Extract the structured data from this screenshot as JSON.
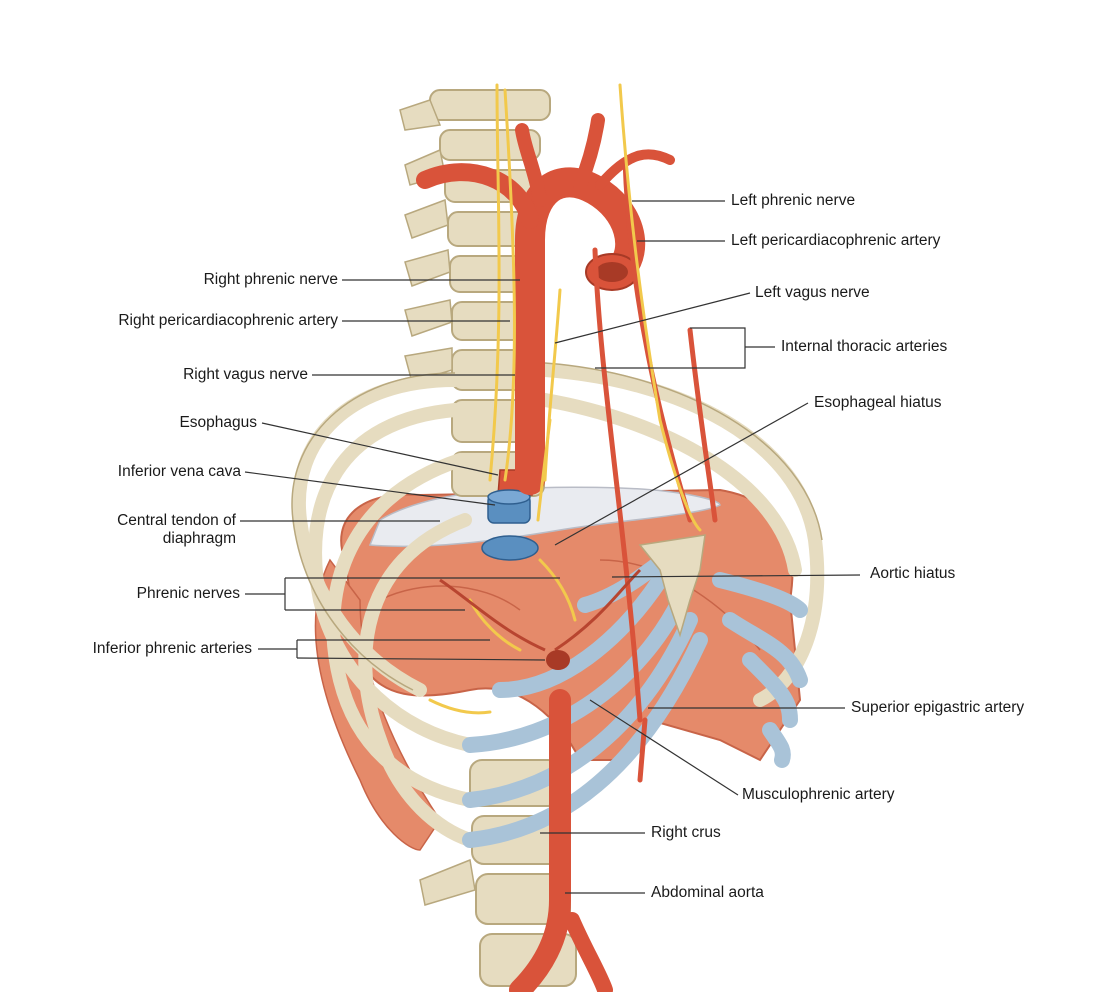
{
  "labels": {
    "left_phrenic_nerve": "Left phrenic nerve",
    "left_pericardiacophrenic_artery": "Left pericardiacophrenic artery",
    "left_vagus_nerve": "Left vagus nerve",
    "internal_thoracic_arteries": "Internal thoracic arteries",
    "esophageal_hiatus": "Esophageal hiatus",
    "aortic_hiatus": "Aortic hiatus",
    "superior_epigastric_artery": "Superior epigastric artery",
    "musculophrenic_artery": "Musculophrenic artery",
    "right_crus": "Right crus",
    "abdominal_aorta": "Abdominal aorta",
    "right_phrenic_nerve": "Right phrenic nerve",
    "right_pericardiacophrenic_artery": "Right pericardiacophrenic artery",
    "right_vagus_nerve": "Right vagus nerve",
    "esophagus": "Esophagus",
    "inferior_vena_cava": "Inferior vena cava",
    "central_tendon_line1": "Central tendon of",
    "central_tendon_line2": "diaphragm",
    "phrenic_nerves": "Phrenic nerves",
    "inferior_phrenic_arteries": "Inferior phrenic arteries"
  },
  "colors": {
    "bone": "#e6dcc0",
    "bone_shade": "#b8a87e",
    "artery": "#d9533a",
    "artery_dark": "#a83a26",
    "muscle": "#e58a6a",
    "muscle_dark": "#c86448",
    "tendon": "#e9ebf0",
    "vein": "#5a8fc0",
    "nerve": "#f2c94c",
    "cartilage": "#a9c3d8",
    "leader": "#333333"
  }
}
